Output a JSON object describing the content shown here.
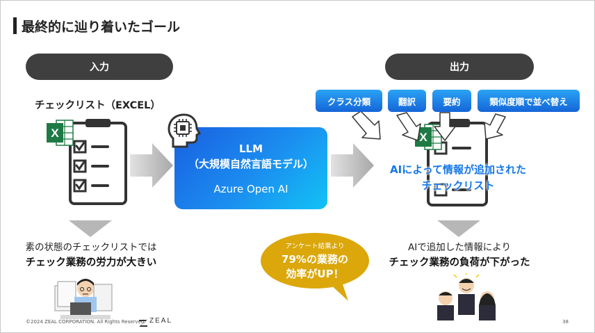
{
  "title": "最終的に辿り着いたゴール",
  "input_pill": "入力",
  "output_pill": "出力",
  "checklist_label": "チェックリスト（EXCEL）",
  "output_tags": [
    "クラス分類",
    "翻訳",
    "要約",
    "類似度順で並べ替え"
  ],
  "llm": {
    "line1": "LLM",
    "line2": "（大規模自然言語モデル）",
    "line3": "Azure Open AI"
  },
  "output_label": {
    "line1": "AIによって情報が追加された",
    "line2": "チェックリスト"
  },
  "excel_glyph": "X",
  "left_note": {
    "line1": "素の状態のチェックリストでは",
    "line2": "チェック業務の労力が大きい"
  },
  "right_note": {
    "line1": "AIで追加した情報により",
    "line2": "チェック業務の負荷が下がった"
  },
  "bubble": {
    "line1": "アンケート結果より",
    "line2": "79%の業務の",
    "line3": "効率がUP！"
  },
  "footer": "©2024 ZEAL CORPORATION. All Rights Reserved.",
  "logo_text": "ZEAL",
  "page_number": "38",
  "colors": {
    "pill": "#3f3f3f",
    "tag_top": "#2aa3f4",
    "tag_bottom": "#1565d8",
    "llm_start": "#1a5fe0",
    "llm_end": "#12c3f5",
    "output_text": "#1577e8",
    "bubble": "#dba70a",
    "arrow_gray": "#c0c0c0",
    "excel_green": "#1e7a44"
  }
}
